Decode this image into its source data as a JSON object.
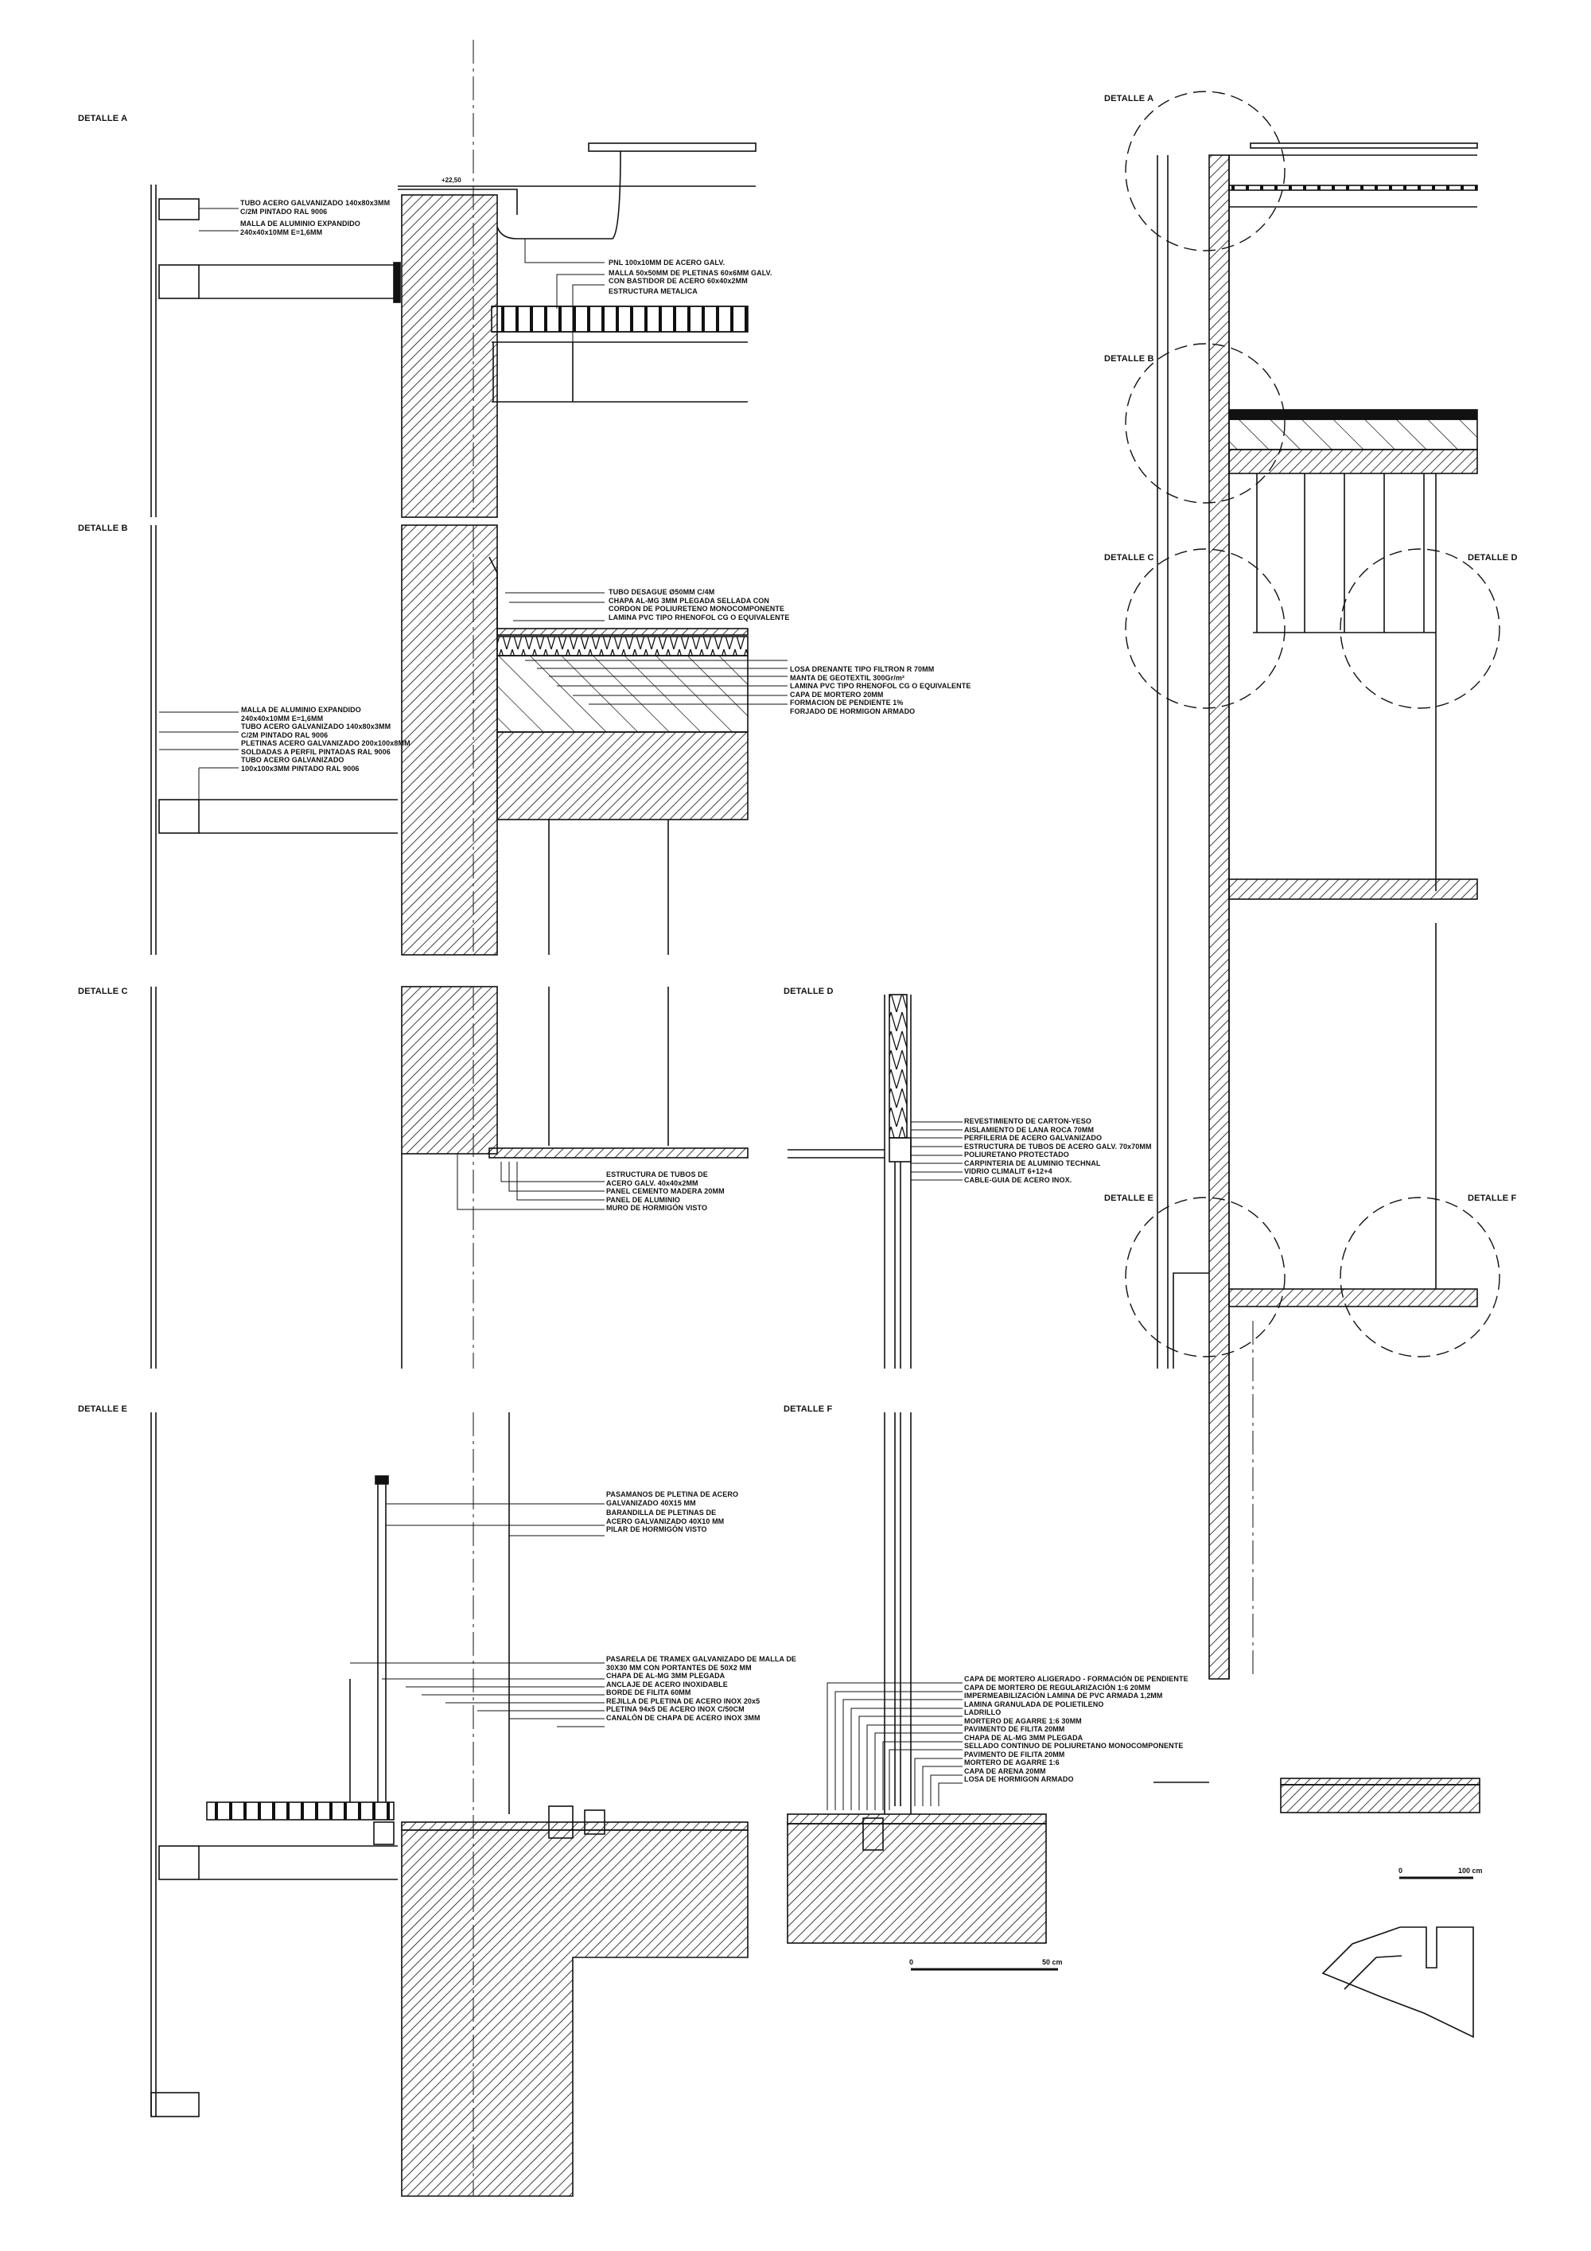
{
  "sheet": {
    "elevation_callouts": [
      "DETALLE A",
      "DETALLE B",
      "DETALLE C",
      "DETALLE D",
      "DETALLE E",
      "DETALLE F"
    ],
    "scale_overall": {
      "start": "0",
      "end": "100 cm"
    }
  },
  "detail_a": {
    "title": "DETALLE A",
    "level": "+22,50",
    "labels_left": [
      "TUBO ACERO GALVANIZADO 140x80x3MM",
      "C/2M PINTADO RAL 9006",
      "MALLA DE ALUMINIO EXPANDIDO",
      "240x40x10MM E=1,6MM"
    ],
    "labels_right": [
      "PNL 100x10MM DE ACERO GALV.",
      "MALLA 50x50MM DE PLETINAS 60x6MM GALV.",
      "CON BASTIDOR DE ACERO 60x40x2MM",
      "ESTRUCTURA METALICA"
    ]
  },
  "detail_b": {
    "title": "DETALLE B",
    "labels_top": [
      "TUBO DESAGUE Ø50MM C/4M",
      "CHAPA AL-MG 3MM PLEGADA SELLADA CON",
      "CORDON DE POLIURETENO MONOCOMPONENTE",
      "LAMINA PVC TIPO RHENOFOL CG O EQUIVALENTE"
    ],
    "labels_roof": [
      "LOSA DRENANTE TIPO FILTRON R 70MM",
      "MANTA DE GEOTEXTIL 300Gr/m²",
      "LAMINA PVC TIPO RHENOFOL CG O EQUIVALENTE",
      "CAPA DE MORTERO 20MM",
      "FORMACION DE PENDIENTE 1%",
      "FORJADO DE HORMIGON ARMADO"
    ],
    "labels_left": [
      "MALLA DE ALUMINIO EXPANDIDO",
      "240x40x10MM E=1,6MM",
      "TUBO ACERO GALVANIZADO 140x80x3MM",
      "C/2M PINTADO RAL 9006",
      "PLETINAS ACERO GALVANIZADO 200x100x8MM",
      "SOLDADAS A PERFIL PINTADAS RAL 9006",
      "TUBO ACERO GALVANIZADO",
      "100x100x3MM PINTADO RAL 9006"
    ]
  },
  "detail_c": {
    "title": "DETALLE C",
    "labels": [
      "ESTRUCTURA DE TUBOS DE",
      "ACERO GALV. 40x40x2MM",
      "PANEL CEMENTO MADERA 20MM",
      "PANEL DE ALUMINIO",
      "MURO DE HORMIGÓN VISTO"
    ]
  },
  "detail_d": {
    "title": "DETALLE D",
    "labels": [
      "REVESTIMIENTO DE CARTON-YESO",
      "AISLAMIENTO DE LANA ROCA 70MM",
      "PERFILERIA DE ACERO GALVANIZADO",
      "ESTRUCTURA DE TUBOS DE ACERO GALV. 70x70MM",
      "POLIURETANO PROTECTADO",
      "CARPINTERIA DE ALUMINIO TECHNAL",
      "VIDRIO CLIMALIT 6+12+4",
      "CABLE-GUIA DE ACERO INOX."
    ]
  },
  "detail_e": {
    "title": "DETALLE E",
    "labels_railing": [
      "PASAMANOS DE PLETINA DE ACERO",
      "GALVANIZADO 40X15 MM",
      "BARANDILLA DE PLETINAS DE",
      "ACERO GALVANIZADO 40X10 MM",
      "PILAR DE HORMIGÓN VISTO"
    ],
    "labels_floor": [
      "PASARELA DE TRAMEX GALVANIZADO DE MALLA DE",
      "30X30 MM CON PORTANTES DE 50X2 MM",
      "CHAPA DE AL-MG 3MM PLEGADA",
      "ANCLAJE DE ACERO INOXIDABLE",
      "BORDE DE FILITA 60MM",
      "REJILLA DE PLETINA DE ACERO INOX 20x5",
      "PLETINA 94x5 DE ACERO INOX C/50CM",
      "CANALÓN DE CHAPA DE ACERO INOX 3MM"
    ]
  },
  "detail_f": {
    "title": "DETALLE F",
    "labels": [
      "CAPA DE MORTERO ALIGERADO - FORMACIÓN DE PENDIENTE",
      "CAPA DE MORTERO DE REGULARIZACIÓN 1:6 20MM",
      "IMPERMEABILIZACIÓN LAMINA DE PVC ARMADA 1,2MM",
      "LAMINA GRANULADA DE POLIETILENO",
      "LADRILLO",
      "MORTERO DE AGARRE 1:6 30MM",
      "PAVIMENTO DE FILITA 20MM",
      "CHAPA DE AL-MG 3MM PLEGADA",
      "SELLADO CONTINUO DE POLIURETANO MONOCOMPONENTE",
      "PAVIMENTO DE FILITA 20MM",
      "MORTERO DE AGARRE 1:6",
      "CAPA DE ARENA 20MM",
      "LOSA DE HORMIGON ARMADO"
    ],
    "scale": {
      "start": "0",
      "end": "50 cm"
    }
  }
}
